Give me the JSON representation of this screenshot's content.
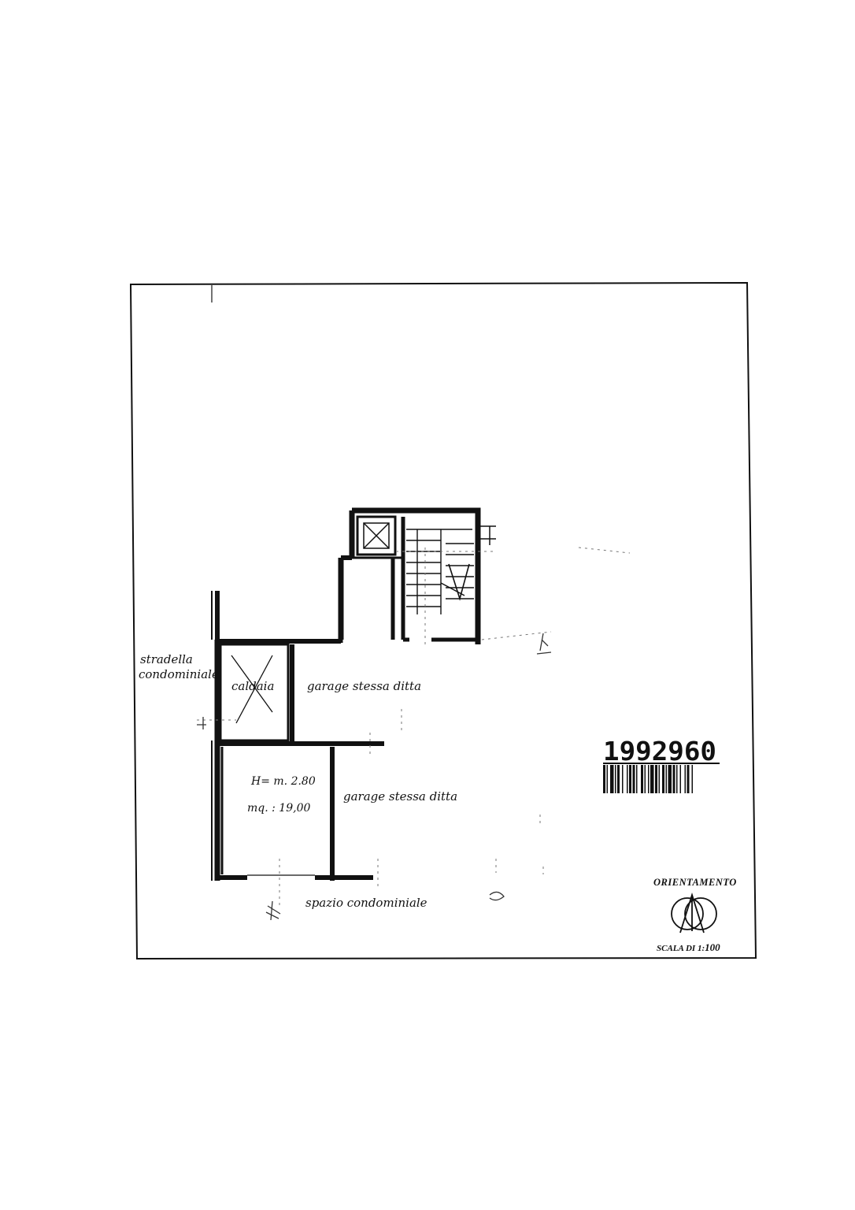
{
  "labels": {
    "stradella_line1": "stradella",
    "stradella_line2": "condominiale",
    "caldaia": "caldaia",
    "garage_upper": "garage stessa ditta",
    "height": "H= m. 2.80",
    "area": "mq. : 19,00",
    "garage_lower": "garage stessa ditta",
    "spazio": "spazio condominiale"
  },
  "barcode": {
    "number": "1992960"
  },
  "stamp": {
    "orientation_title": "ORIENTAMENTO",
    "scale_label": "SCALA DI 1:",
    "scale_value": "100"
  }
}
